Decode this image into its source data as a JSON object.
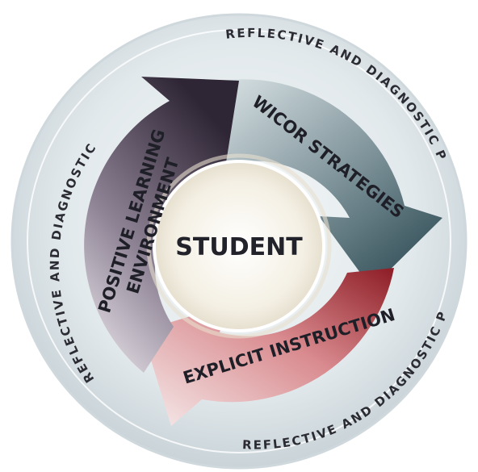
{
  "diagram": {
    "center_label": "STUDENT",
    "arrows": [
      {
        "id": "wicor",
        "label_lines": [
          "WICOR STRATEGIES"
        ]
      },
      {
        "id": "explicit",
        "label_lines": [
          "EXPLICIT INSTRUCTION"
        ]
      },
      {
        "id": "positive",
        "label_lines": [
          "POSITIVE LEARNING",
          "ENVIRONMENT"
        ]
      }
    ],
    "ring_labels": [
      "REFLECTIVE AND DIAGNOSTIC PRACTICE",
      "REFLECTIVE AND DIAGNOSTIC PRACTICE",
      "REFLECTIVE AND DIAGNOSTIC PRACTICE"
    ]
  },
  "colors": {
    "wicor": "#2e4a52",
    "explicit": "#b02a34",
    "positive": "#3a2f40",
    "ring": "#dfe6ea",
    "center": "#f3efe4"
  }
}
